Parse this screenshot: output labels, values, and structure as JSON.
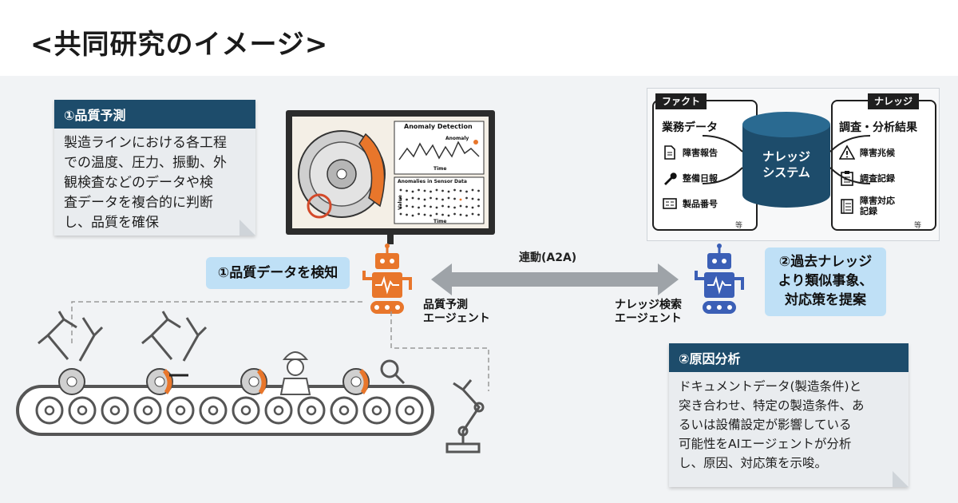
{
  "title": "<共同研究のイメージ>",
  "card_quality_prediction": {
    "heading": "①品質予測",
    "body": "製造ラインにおける各工程\nでの温度、圧力、振動、外\n観検査などのデータや検\n査データを複合的に判断\nし、品質を確保"
  },
  "monitor": {
    "panel_top_title": "Anomaly Detection",
    "panel_top_marker": "Anomaly",
    "panel_top_axis": "Time",
    "panel_bottom_title": "Anomalies in Sensor Data",
    "panel_bottom_axis": "Time",
    "panel_bottom_yaxis": "Value"
  },
  "knowledge_system": {
    "fact_tag": "ファクト",
    "fact_sub": "業務データ",
    "fact_items": [
      "障害報告",
      "整備日報",
      "製品番号"
    ],
    "fact_etc": "等",
    "center": "ナレッジ\nシステム",
    "knowledge_tag": "ナレッジ",
    "knowledge_sub": "調査・分析結果",
    "knowledge_items": [
      "障害兆候",
      "調査記録",
      "障害対応\n記録"
    ],
    "knowledge_etc": "等"
  },
  "bubble_detect": "①品質データを検知",
  "agent_quality_label": "品質予測\nエージェント",
  "link_label": "連動(A2A)",
  "agent_knowledge_label": "ナレッジ検索\nエージェント",
  "bubble_suggest": "②過去ナレッジ\nより類似事象、\n対応策を提案",
  "card_root_cause": {
    "heading": "②原因分析",
    "body": "ドキュメントデータ(製造条件)と\n突き合わせ、特定の製造条件、あ\nるいは設備設定が影響している\n可能性をAIエージェントが分析\nし、原因、対応策を示唆。"
  },
  "colors": {
    "card_header": "#1d4c6b",
    "bubble": "#bfe0f6",
    "orange_robot": "#e8762b",
    "blue_robot": "#3b5fb6",
    "arrow": "#9ea3a8",
    "db": "#1d4c6b"
  }
}
